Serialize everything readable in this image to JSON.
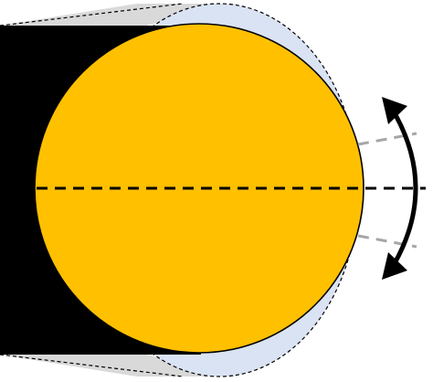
{
  "diagram": {
    "colors": {
      "background": "#ffffff",
      "block": "#000000",
      "ball": "#FFC000",
      "ghost_fill": "#DAE3F3",
      "ghost_side": "#D9D9D9",
      "outline": "#000000",
      "axis_line": "#000000",
      "tilt_lines": "#A6A6A6",
      "arrow": "#000000"
    },
    "elements": [
      "black-block",
      "ghost-ellipse",
      "orange-circle",
      "horizontal-axis",
      "tilted-axis-lines",
      "rotation-arrow"
    ]
  }
}
